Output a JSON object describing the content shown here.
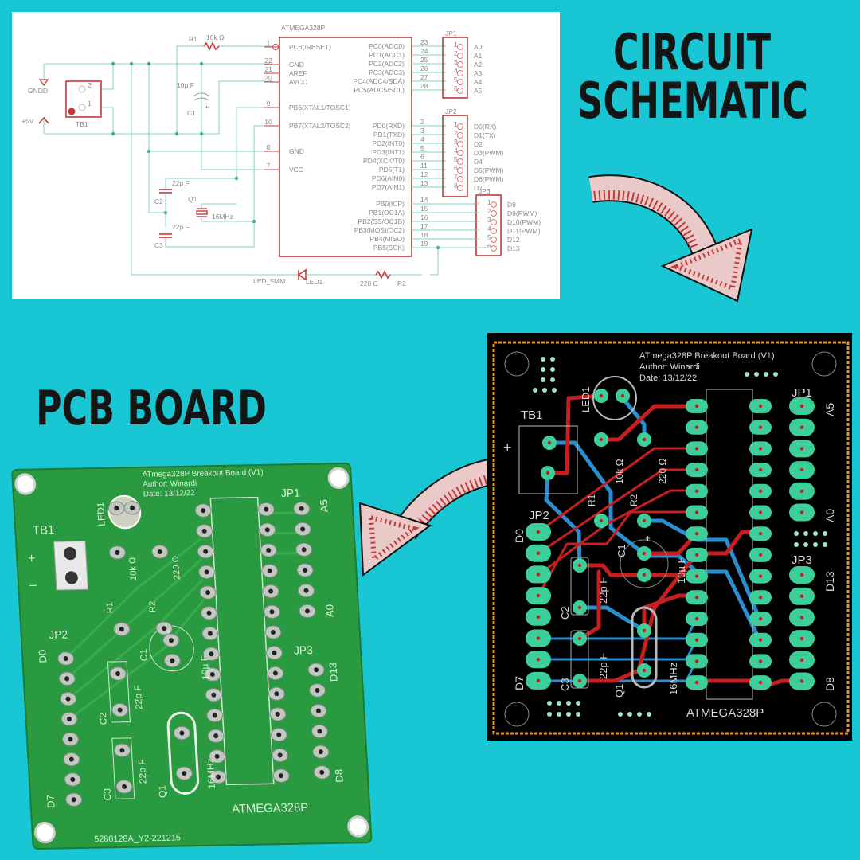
{
  "titles": {
    "schematic_line1": "CIRCUIT",
    "schematic_line2": "SCHEMATIC",
    "pcb": "PCB BOARD"
  },
  "colors": {
    "background": "#18c7d3",
    "schematic_symbol": "#c43a3a",
    "schematic_wire": "#7fd2bd",
    "pcb_top_trace": "#c81e1e",
    "pcb_bottom_trace": "#2a8fd0",
    "pcb_pad": "#3ccf9a",
    "pcb_board_photo": "#2a9a40",
    "arrow_fill": "#eac9c9"
  },
  "schematic": {
    "chip": {
      "name": "ATMEGA328P",
      "left_pins": [
        {
          "num": "1",
          "label": "PC6(/RESET)"
        },
        {
          "num": "22",
          "label": "GND"
        },
        {
          "num": "21",
          "label": "AREF"
        },
        {
          "num": "20",
          "label": "AVCC"
        },
        {
          "num": "9",
          "label": "PB6(XTAL1/TOSC1)"
        },
        {
          "num": "10",
          "label": "PB7(XTAL2/TOSC2)"
        },
        {
          "num": "8",
          "label": "GND"
        },
        {
          "num": "7",
          "label": "VCC"
        }
      ],
      "right_pins": [
        {
          "num": "23",
          "label": "PC0(ADC0)"
        },
        {
          "num": "24",
          "label": "PC1(ADC1)"
        },
        {
          "num": "25",
          "label": "PC2(ADC2)"
        },
        {
          "num": "26",
          "label": "PC3(ADC3)"
        },
        {
          "num": "27",
          "label": "PC4(ADC4/SDA)"
        },
        {
          "num": "28",
          "label": "PC5(ADC5/SCL)"
        },
        {
          "num": "2",
          "label": "PD0(RXD)"
        },
        {
          "num": "3",
          "label": "PD1(TXD)"
        },
        {
          "num": "4",
          "label": "PD2(INT0)"
        },
        {
          "num": "5",
          "label": "PD3(INT1)"
        },
        {
          "num": "6",
          "label": "PD4(XCK/T0)"
        },
        {
          "num": "11",
          "label": "PD5(T1)"
        },
        {
          "num": "12",
          "label": "PD6(AIN0)"
        },
        {
          "num": "13",
          "label": "PD7(AIN1)"
        },
        {
          "num": "14",
          "label": "PB0(ICP)"
        },
        {
          "num": "15",
          "label": "PB1(OC1A)"
        },
        {
          "num": "16",
          "label": "PB2(SS/OC1B)"
        },
        {
          "num": "17",
          "label": "PB3(MOSI/OC2)"
        },
        {
          "num": "18",
          "label": "PB4(MISO)"
        },
        {
          "num": "19",
          "label": "PB5(SCK)"
        }
      ]
    },
    "headers": [
      {
        "name": "JP1",
        "pins": [
          "1",
          "2",
          "3",
          "4",
          "5",
          "6"
        ],
        "labels": [
          "A0",
          "A1",
          "A2",
          "A3",
          "A4",
          "A5"
        ]
      },
      {
        "name": "JP2",
        "pins": [
          "1",
          "2",
          "3",
          "4",
          "5",
          "6",
          "7",
          "8"
        ],
        "labels": [
          "D0(RX)",
          "D1(TX)",
          "D2",
          "D3(PWM)",
          "D4",
          "D5(PWM)",
          "D6(PWM)",
          "D7"
        ]
      },
      {
        "name": "JP3",
        "pins": [
          "1",
          "2",
          "3",
          "4",
          "5",
          "6"
        ],
        "labels": [
          "D8",
          "D9(PWM)",
          "D10(PWM)",
          "D11(PWM)",
          "D12",
          "D13"
        ]
      }
    ],
    "components": {
      "gnd": "GNDD",
      "vcc": "+5V",
      "tb1": "TB1",
      "tb1_pin1": "1",
      "tb1_pin2": "2",
      "r1_name": "R1",
      "r1_value": "10k Ω",
      "c1_name": "C1",
      "c1_value": "10µ F",
      "c1_plus": "+",
      "c2_name": "C2",
      "c2_value": "22p F",
      "c3_name": "C3",
      "c3_value": "22p F",
      "q1_name": "Q1",
      "q1_value": "16MHz",
      "led_package": "LED_5MM",
      "led_name": "LED1",
      "r2_name": "R2",
      "r2_value": "220 Ω"
    }
  },
  "pcb_layout": {
    "title": "ATmega328P Breakout Board (V1)",
    "author": "Author: Winardi",
    "date": "Date: 13/12/22",
    "chip": "ATMEGA328P",
    "tb1": "TB1",
    "tb1_plus": "+",
    "led1": "LED1",
    "r1": "R1",
    "r1_value": "10k Ω",
    "r2": "R2",
    "r2_value": "220 Ω",
    "c1": "C1",
    "c1_value": "10µ F",
    "c1_plus": "+",
    "c2": "C2",
    "c2_value": "22p F",
    "c3": "C3",
    "c3_value": "22p F",
    "q1": "Q1",
    "q1_value": "16MHz",
    "jp1": "JP1",
    "jp1_top": "A5",
    "jp1_bottom": "A0",
    "jp2": "JP2",
    "jp2_top": "D0",
    "jp2_bottom": "D7",
    "jp3": "JP3",
    "jp3_top": "D13",
    "jp3_bottom": "D8"
  },
  "pcb_photo": {
    "title": "ATmega328P Breakout Board (V1)",
    "author": "Author: Winardi",
    "date": "Date: 13/12/22",
    "chip": "ATMEGA328P",
    "serial": "5280128A_Y2-221215",
    "tb1": "TB1",
    "tb1_plus": "+",
    "tb1_minus": "–",
    "led1": "LED1",
    "r1": "R1",
    "r1_value": "10k Ω",
    "r2": "R2",
    "r2_value": "220 Ω",
    "c1": "C1",
    "c1_value": "10µ F",
    "c1_plus": "+",
    "c2": "C2",
    "c2_value": "22p F",
    "c3": "C3",
    "c3_value": "22p F",
    "q1": "Q1",
    "q1_value": "16MHz",
    "jp1": "JP1",
    "jp1_top": "A5",
    "jp1_bottom": "A0",
    "jp2": "JP2",
    "jp2_top": "D0",
    "jp2_bottom": "D7",
    "jp3": "JP3",
    "jp3_top": "D13",
    "jp3_bottom": "D8"
  }
}
